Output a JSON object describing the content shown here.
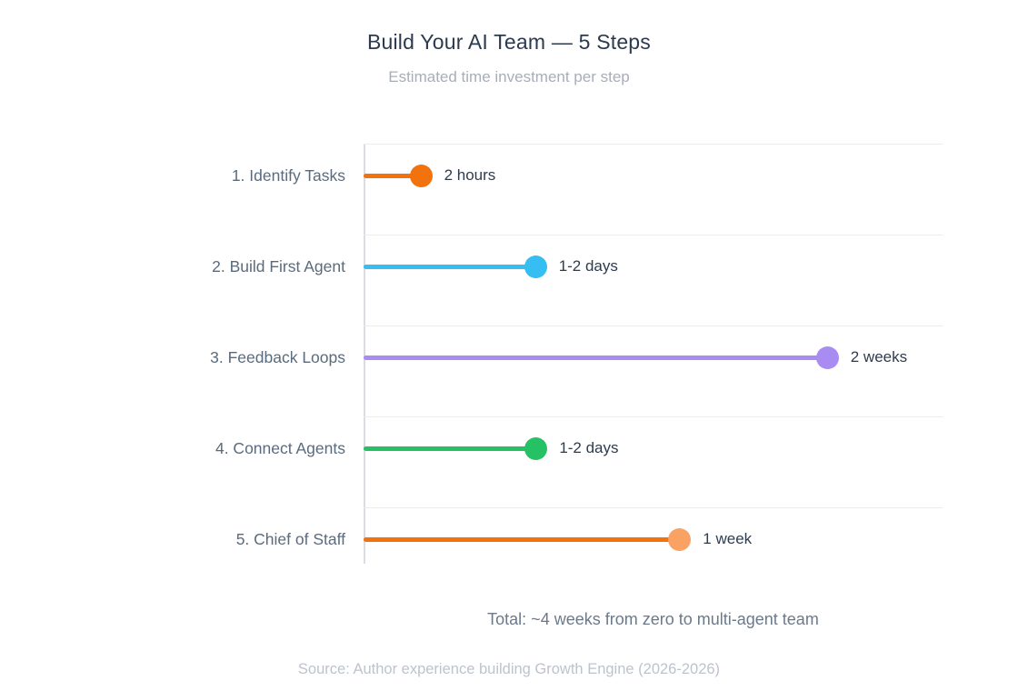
{
  "header": {
    "title": "Build Your AI Team — 5 Steps",
    "subtitle": "Estimated time investment per step"
  },
  "footer": {
    "total_note": "Total: ~4 weeks from zero to multi-agent team",
    "source": "Source: Author experience building Growth Engine (2026-2026)"
  },
  "colors": {
    "title_text": "#2b3a4f",
    "subtitle_text": "#a7aeb9",
    "category_text": "#5b6b7d",
    "value_text": "#2d3c51",
    "axis_line": "#d9dce1",
    "gridline": "#ececec",
    "orange": "#f2720d",
    "blue": "#36bdf2",
    "purple": "#a88cf2",
    "green": "#26c164",
    "light_orange": "#f9a263"
  },
  "chart_data": {
    "type": "lollipop",
    "orientation": "horizontal",
    "title": "Build Your AI Team — 5 Steps",
    "subtitle": "Estimated time investment per step",
    "xlabel": "",
    "ylabel": "",
    "x_axis_ticks": "none (unlabeled time axis)",
    "grid": "horizontal row separators only",
    "legend": "none",
    "categories": [
      "1. Identify Tasks",
      "2. Build First Agent",
      "3. Feedback Loops",
      "4. Connect Agents",
      "5. Chief of Staff"
    ],
    "values_text": [
      "2 hours",
      "1-2 days",
      "2 weeks",
      "1-2 days",
      "1 week"
    ],
    "approx_hours": [
      2,
      36,
      336,
      36,
      168
    ],
    "steps": [
      {
        "order": 1,
        "label": "1. Identify Tasks",
        "time_label": "2 hours",
        "approx_hours": 2,
        "frac": 0.099,
        "line_color": "#f2720d",
        "dot_color": "#f2720d"
      },
      {
        "order": 2,
        "label": "2. Build First Agent",
        "time_label": "1-2 days",
        "approx_hours": 36,
        "frac": 0.297,
        "line_color": "#36bdf2",
        "dot_color": "#36bdf2"
      },
      {
        "order": 3,
        "label": "3. Feedback Loops",
        "time_label": "2 weeks",
        "approx_hours": 336,
        "frac": 0.801,
        "line_color": "#a88cf2",
        "dot_color": "#a88cf2"
      },
      {
        "order": 4,
        "label": "4. Connect Agents",
        "time_label": "1-2 days",
        "approx_hours": 36,
        "frac": 0.298,
        "line_color": "#26c164",
        "dot_color": "#26c164"
      },
      {
        "order": 5,
        "label": "5. Chief of Staff",
        "time_label": "1 week",
        "approx_hours": 168,
        "frac": 0.546,
        "line_color": "#f2720d",
        "dot_color": "#f9a263"
      }
    ],
    "annotations": [
      "Total: ~4 weeks from zero to multi-agent team",
      "Source: Author experience building Growth Engine (2026-2026)"
    ]
  }
}
